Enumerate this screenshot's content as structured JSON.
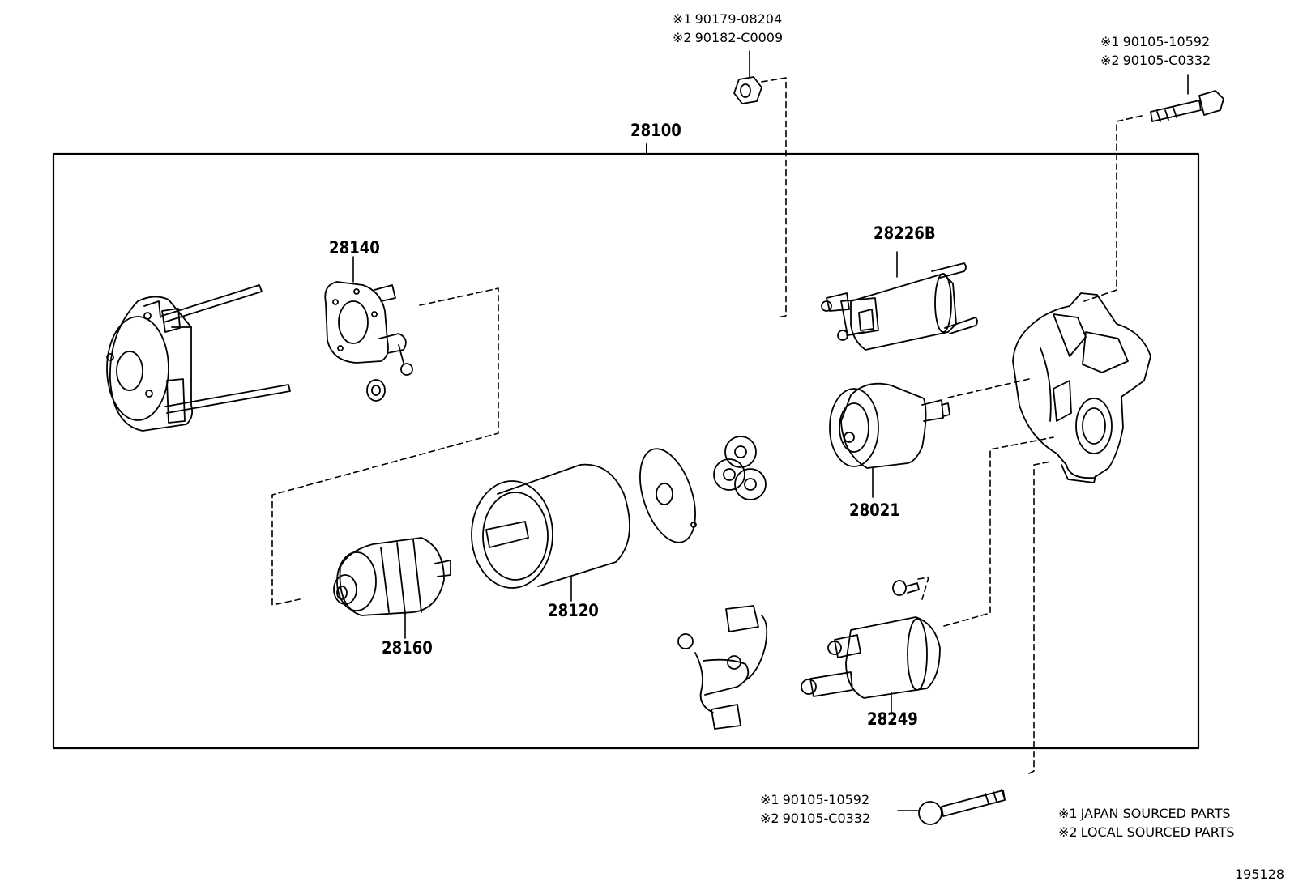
{
  "diagram": {
    "assembly_label": "28100",
    "parts": [
      {
        "id": "p28140",
        "label": "28140"
      },
      {
        "id": "p28226b",
        "label": "28226B"
      },
      {
        "id": "p28021",
        "label": "28021"
      },
      {
        "id": "p28120",
        "label": "28120"
      },
      {
        "id": "p28160",
        "label": "28160"
      },
      {
        "id": "p28249",
        "label": "28249"
      }
    ],
    "callouts": {
      "top_nut": {
        "line1_mark": "※1",
        "line1": "90179-08204",
        "line2_mark": "※2",
        "line2": "90182-C0009"
      },
      "top_bolt": {
        "line1_mark": "※1",
        "line1": "90105-10592",
        "line2_mark": "※2",
        "line2": "90105-C0332"
      },
      "bottom_bolt": {
        "line1_mark": "※1",
        "line1": "90105-10592",
        "line2_mark": "※2",
        "line2": "90105-C0332"
      }
    },
    "legend": [
      {
        "mark": "※1",
        "text": "JAPAN SOURCED PARTS"
      },
      {
        "mark": "※2",
        "text": "LOCAL SOURCED PARTS"
      }
    ],
    "figure_id": "195128"
  }
}
